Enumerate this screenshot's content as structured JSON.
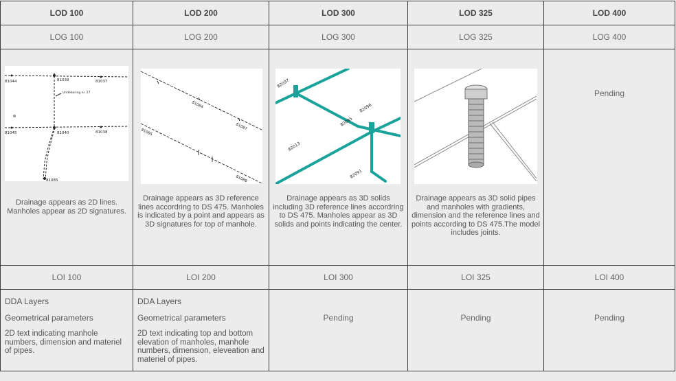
{
  "lod": [
    "LOD 100",
    "LOD 200",
    "LOD 300",
    "LOD 325",
    "LOD 400"
  ],
  "log": [
    "LOG 100",
    "LOG 200",
    "LOG 300",
    "LOG 325",
    "LOG 400"
  ],
  "loi": [
    "LOI 100",
    "LOI 200",
    "LOI 300",
    "LOI 325",
    "LOI 400"
  ],
  "geometry": {
    "desc_100": "Drainage appears as 2D lines. Manholes appear as 2D signatures.",
    "desc_200": "Drainage appears as 3D reference lines accordring to DS 475. Manholes is indicated by a point and appears as 3D signatures for top of manhole.",
    "desc_300": "Drainage appears as 3D solids including 3D reference lines accordring to DS 475. Manholes appear as 3D solids and points indicating the center.",
    "desc_325": "Drainage appears as 3D solid pipes and manholes with gradients, dimension and the reference lines and points according to DS 475.The model includes joints.",
    "pending_400": "Pending"
  },
  "drawing_labels": {
    "d100": [
      "81044",
      "81039",
      "81037",
      "Undeboring nr. 27",
      "81045",
      "81040",
      "81038",
      "81085"
    ],
    "d200": [
      "81085",
      "81084",
      "81087",
      "81089"
    ],
    "d300": [
      "82097",
      "82096",
      "82095",
      "82013",
      "82091"
    ]
  },
  "information": {
    "c100": {
      "layers": "DDA Layers",
      "params": "Geometrical parameters",
      "text": "2D text indicating manhole numbers, dimension and materiel of pipes."
    },
    "c200": {
      "layers": "DDA Layers",
      "params": "Geometrical parameters",
      "text": "2D text indicating top and bottom elevation of manholes, manhole numbers, dimension, eleveation and materiel of pipes."
    },
    "pending": "Pending"
  },
  "colors": {
    "pipe": "#1aa39a",
    "border": "#3a3a3a",
    "bg": "#ececec"
  }
}
